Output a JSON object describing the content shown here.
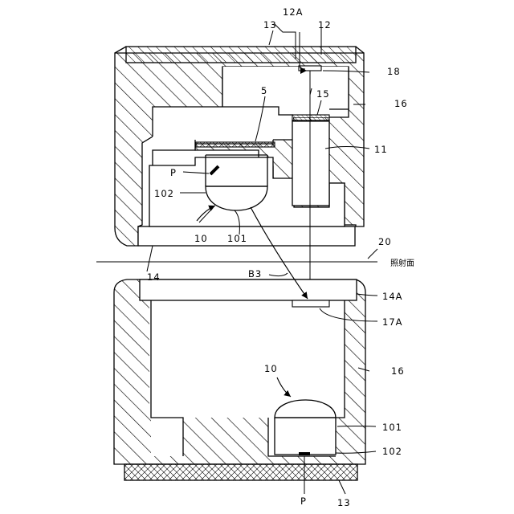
{
  "labels": {
    "l12A": "12A",
    "l13_top": "13",
    "l12": "12",
    "l18": "18",
    "l5": "5",
    "l15": "15",
    "l16_top": "16",
    "l11": "11",
    "lP_top": "P",
    "l102_top": "102",
    "l10_top": "10",
    "l101_top": "101",
    "l20": "20",
    "l_plane": "照射面",
    "l14": "14",
    "lB3": "B3",
    "l14A": "14A",
    "l17A": "17A",
    "l16_bot": "16",
    "l10_bot": "10",
    "l101_bot": "101",
    "l102_bot": "102",
    "lP_bot": "P",
    "l13_bot": "13"
  }
}
